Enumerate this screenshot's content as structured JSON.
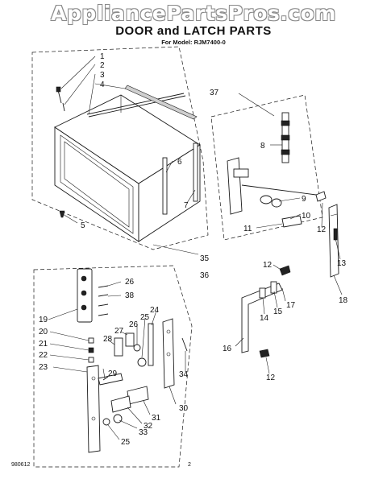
{
  "watermark": "AppliancePartsPros.com",
  "title": "DOOR and LATCH PARTS",
  "subtitle": "For Model: RJM7400-0",
  "footer": {
    "code": "980612",
    "page": "2"
  },
  "callouts": {
    "c1": "1",
    "c2": "2",
    "c3": "3",
    "c4": "4",
    "c5": "5",
    "c6": "6",
    "c7": "7",
    "c8": "8",
    "c9": "9",
    "c10": "10",
    "c11": "11",
    "c12a": "12",
    "c12b": "12",
    "c12c": "12",
    "c13": "13",
    "c14": "14",
    "c15": "15",
    "c16": "16",
    "c17": "17",
    "c18": "18",
    "c19": "19",
    "c20": "20",
    "c21": "21",
    "c22": "22",
    "c23": "23",
    "c24": "24",
    "c25a": "25",
    "c25b": "25",
    "c26a": "26",
    "c26b": "26",
    "c27": "27",
    "c28": "28",
    "c29": "29",
    "c30": "30",
    "c31": "31",
    "c32": "32",
    "c33": "33",
    "c34": "34",
    "c35": "35",
    "c36": "36",
    "c37": "37",
    "c38": "38"
  }
}
